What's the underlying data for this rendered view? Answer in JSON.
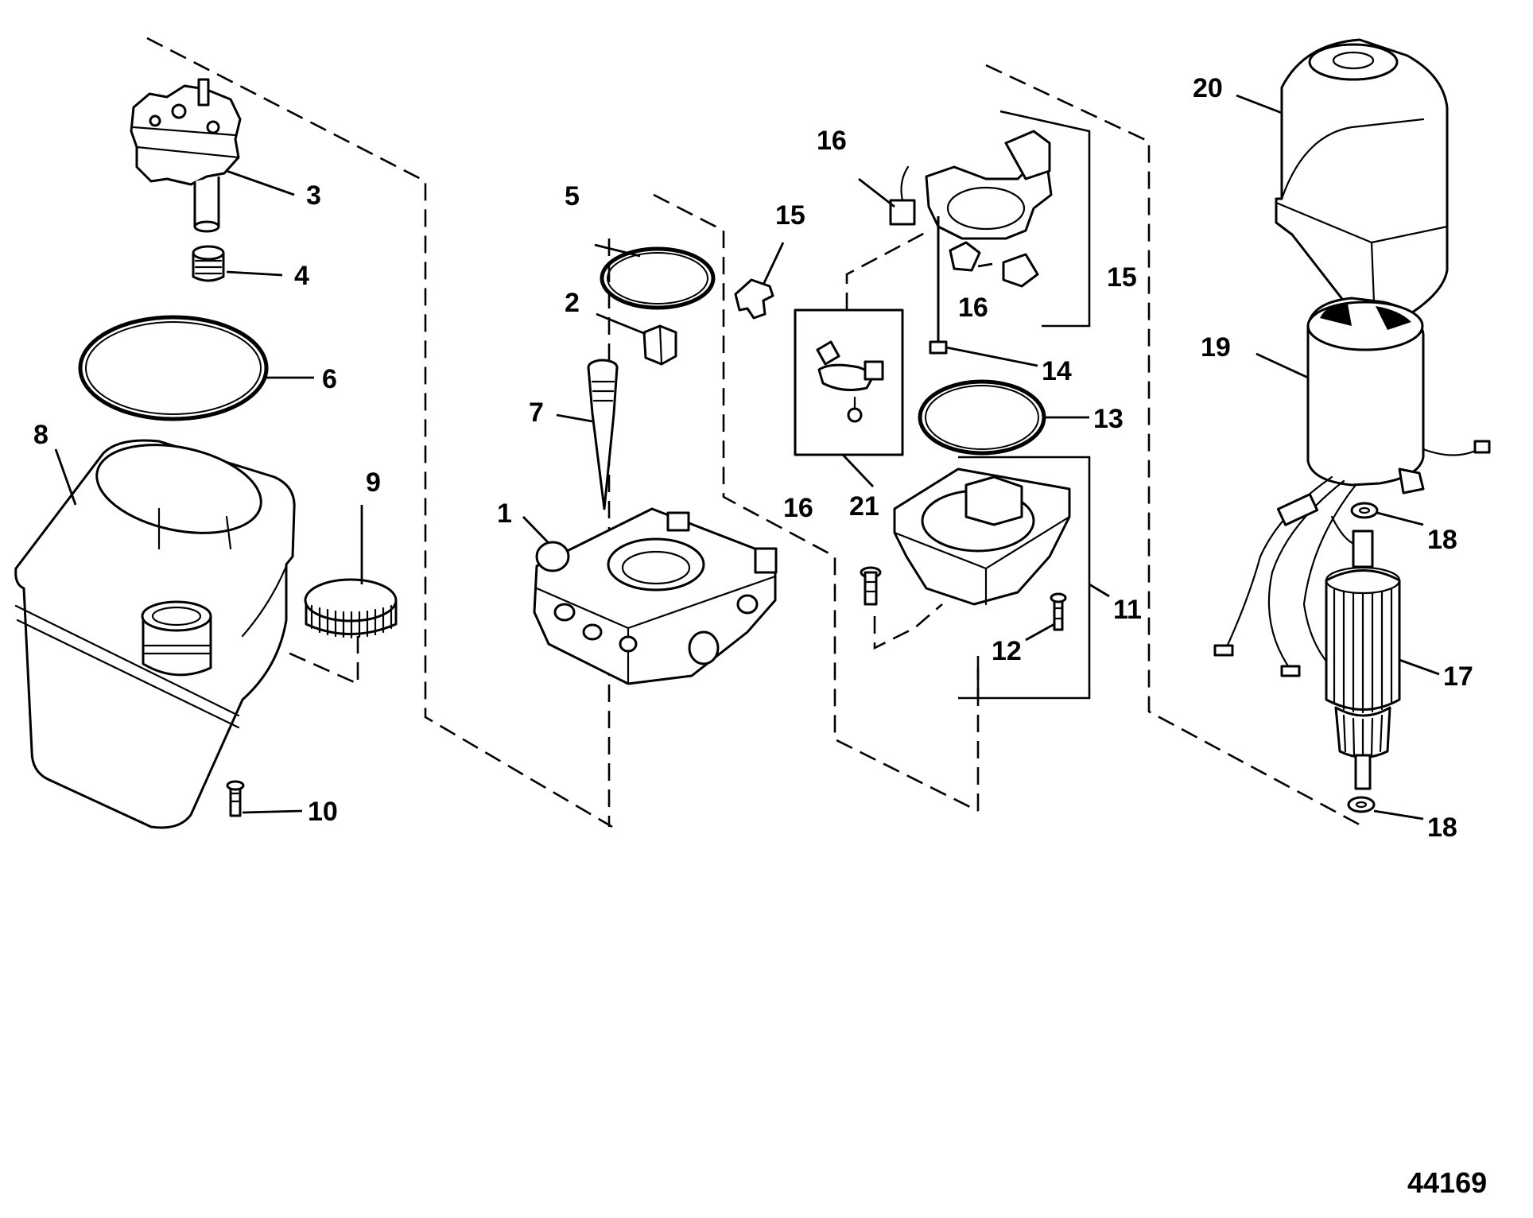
{
  "figure_number": "44169",
  "callouts": {
    "c1": "1",
    "c2": "2",
    "c3": "3",
    "c4": "4",
    "c5": "5",
    "c6": "6",
    "c7": "7",
    "c8": "8",
    "c9": "9",
    "c10": "10",
    "c11": "11",
    "c12": "12",
    "c13": "13",
    "c14": "14",
    "c15a": "15",
    "c15b": "15",
    "c16a": "16",
    "c16b": "16",
    "c16c": "16",
    "c17": "17",
    "c18a": "18",
    "c18b": "18",
    "c19": "19",
    "c20": "20",
    "c21": "21"
  }
}
